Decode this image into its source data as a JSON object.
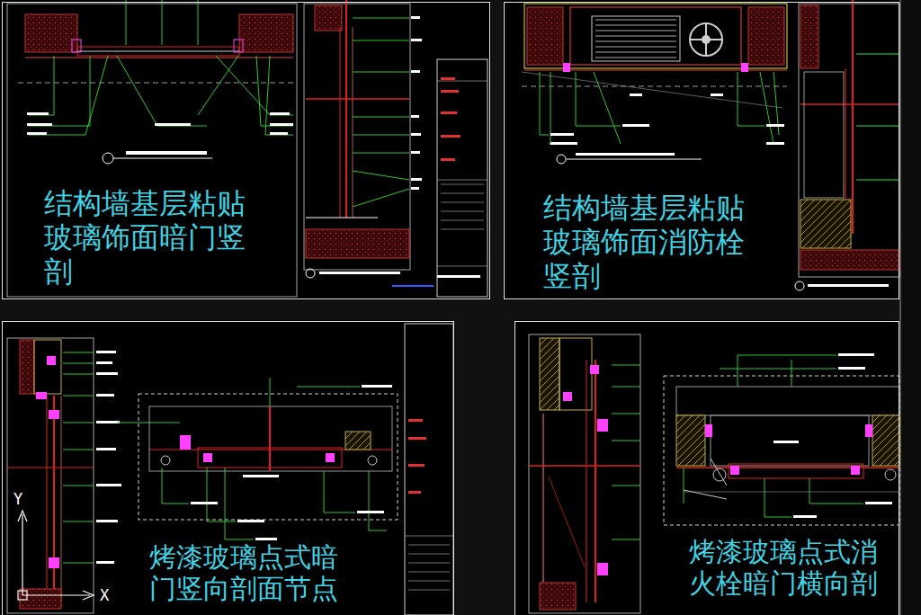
{
  "diagram": {
    "nodes": [
      {
        "text": [
          "结构墙基层粘贴玻璃饰面暗门竖剖"
        ]
      },
      {
        "text": [
          "结构墙基层粘贴玻璃饰面消防栓竖剖"
        ]
      },
      {
        "text": [
          "烤漆玻璃点式暗门竖向剖面节点"
        ]
      },
      {
        "text": [
          "烤漆玻璃点式消火栓暗门横向剖"
        ]
      }
    ],
    "labels": [
      "Y",
      "X"
    ]
  }
}
